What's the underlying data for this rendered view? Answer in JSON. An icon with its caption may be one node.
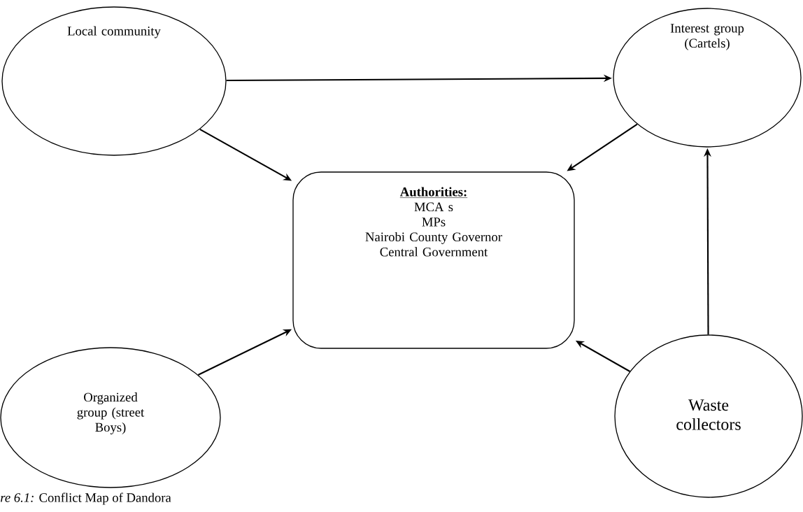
{
  "diagram": {
    "caption": "*re 6.1:* Conflict Map of Dandora",
    "nodes": [
      {
        "text": [
          "Local community"
        ]
      },
      {
        "text": [
          "Interest group (Cartels)"
        ]
      },
      {
        "text": [
          "Authorities:",
          "MCA s",
          "MPs",
          "Nairobi County Governor",
          "Central Government"
        ]
      },
      {
        "text": [
          "Organized group (street Boys)"
        ]
      },
      {
        "text": [
          "Waste collectors"
        ]
      }
    ],
    "edges": [
      {
        "from": 0,
        "to": 1,
        "arrow": "to"
      },
      {
        "from": 0,
        "to": 2,
        "arrow": "to"
      },
      {
        "from": 1,
        "to": 2,
        "arrow": "to"
      },
      {
        "from": 3,
        "to": 2,
        "arrow": "to"
      },
      {
        "from": 4,
        "to": 2,
        "arrow": "to"
      },
      {
        "from": 4,
        "to": 1,
        "arrow": "to"
      }
    ]
  }
}
